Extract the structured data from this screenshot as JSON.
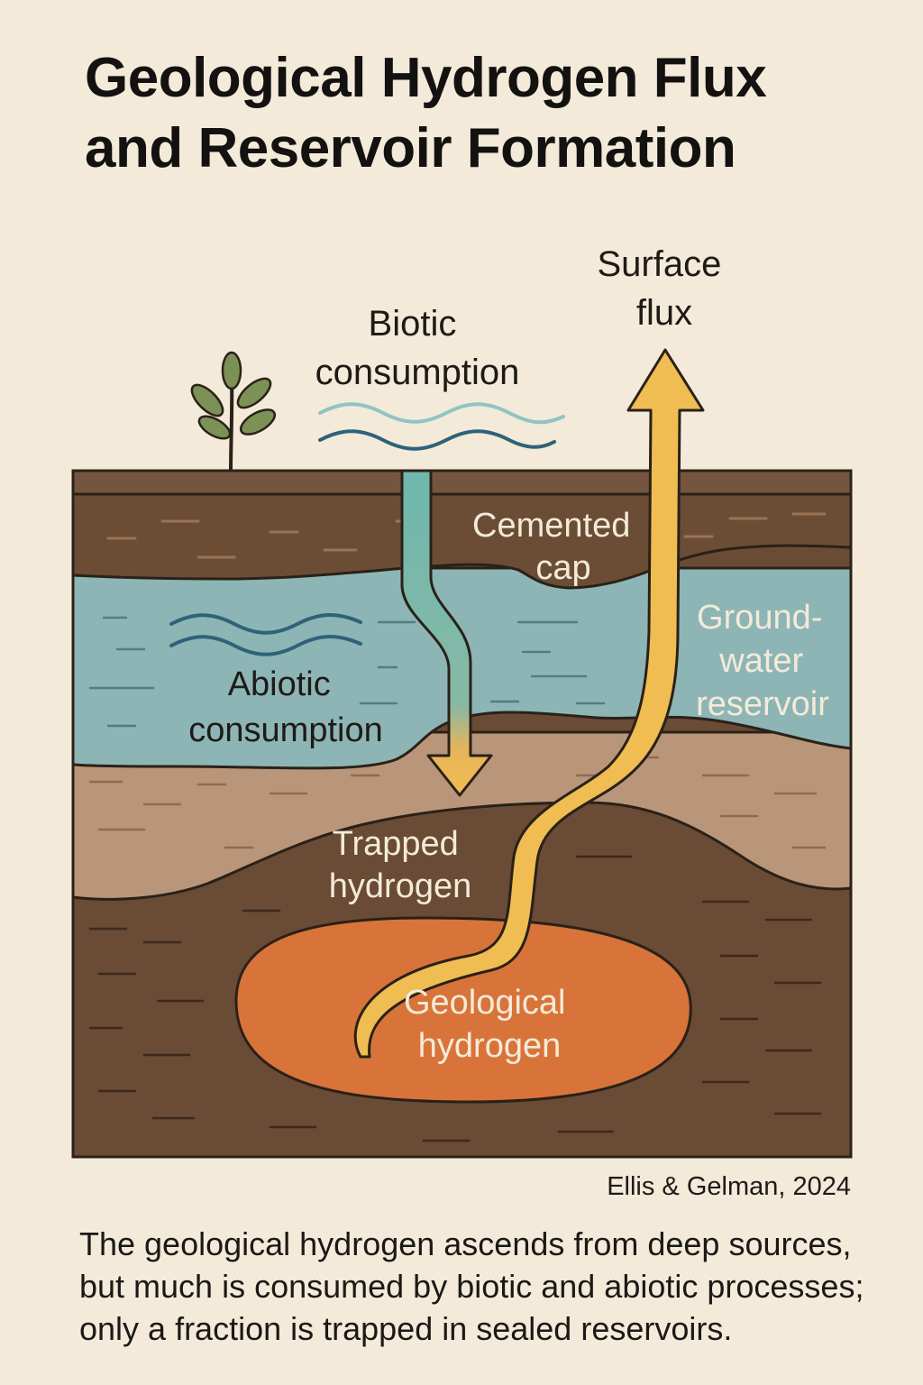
{
  "title": {
    "line1": "Geological Hydrogen Flux",
    "line2": "and Reservoir Formation"
  },
  "labels": {
    "surface_flux": [
      "Surface",
      "flux"
    ],
    "biotic_consumption": [
      "Biotic",
      "consumption"
    ],
    "cemented_cap": [
      "Cemented",
      "cap"
    ],
    "groundwater_reservoir": [
      "Ground-",
      "water",
      "reservoir"
    ],
    "abiotic_consumption": [
      "Abiotic",
      "consumption"
    ],
    "trapped_hydrogen": [
      "Trapped",
      "hydrogen"
    ],
    "geological_hydrogen": [
      "Geological",
      "hydrogen"
    ]
  },
  "citation": "Ellis & Gelman, 2024",
  "caption": {
    "line1": "The geological hydrogen ascends from deep sources,",
    "line2": "but much is consumed by biotic and abiotic processes;",
    "line3": "only a fraction is trapped in sealed reservoirs."
  },
  "colors": {
    "background": "#f3ead9",
    "topsoil": "#6b4d36",
    "groundwater": "#8db5b5",
    "sand_layer": "#b9967a",
    "deep_rock": "#6a4b35",
    "hydrogen_source": "#d8743a",
    "flux_arrow": "#f0bd52",
    "biotic_stream": "#6fb8ad",
    "outline": "#2a2118"
  }
}
